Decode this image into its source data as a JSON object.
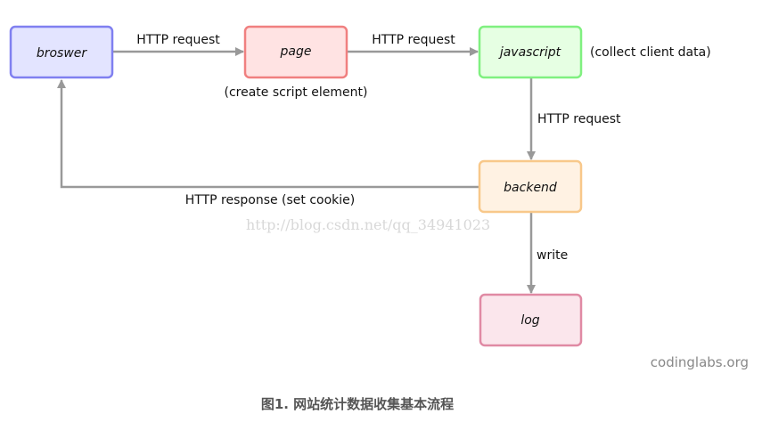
{
  "nodes": {
    "browser": {
      "label": "broswer",
      "fill": "#e3e4ff",
      "stroke": "#8080f0"
    },
    "page": {
      "label": "page",
      "fill": "#ffe3e3",
      "stroke": "#f08080"
    },
    "javascript": {
      "label": "javascript",
      "fill": "#e6ffe3",
      "stroke": "#80f080"
    },
    "backend": {
      "label": "backend",
      "fill": "#fff2e3",
      "stroke": "#f8c88a"
    },
    "log": {
      "label": "log",
      "fill": "#fbe6ec",
      "stroke": "#e08aa4"
    }
  },
  "edges": {
    "browser_to_page": "HTTP request",
    "page_to_javascript": "HTTP request",
    "javascript_to_backend": "HTTP request",
    "backend_to_browser": "HTTP response (set cookie)",
    "backend_to_log": "write"
  },
  "annotations": {
    "page_note": "(create script element)",
    "javascript_note": "(collect client data)"
  },
  "watermark": "http://blog.csdn.net/qq_34941023",
  "site_credit": "codinglabs.org",
  "caption": "图1. 网站统计数据收集基本流程",
  "colors": {
    "edge": "#999999"
  }
}
